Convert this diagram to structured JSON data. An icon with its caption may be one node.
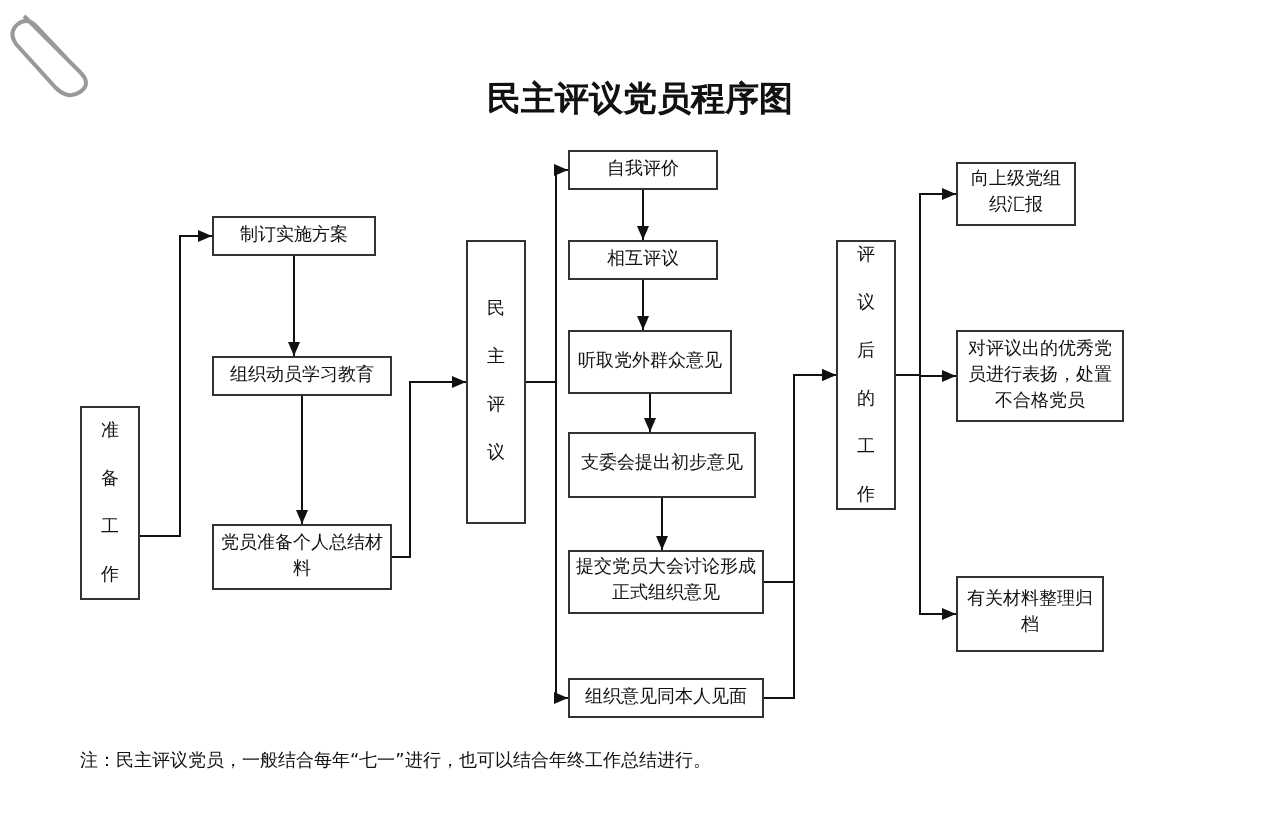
{
  "diagram": {
    "title": "民主评议党员程序图",
    "nodes": [
      {
        "text": [
          "准备工作"
        ]
      },
      {
        "text": [
          "制订实施方案"
        ]
      },
      {
        "text": [
          "组织动员学习教育"
        ]
      },
      {
        "text": [
          "党员准备个人总结材料"
        ]
      },
      {
        "text": [
          "民主评议"
        ]
      },
      {
        "text": [
          "自我评价"
        ]
      },
      {
        "text": [
          "相互评议"
        ]
      },
      {
        "text": [
          "听取党外群众意见"
        ]
      },
      {
        "text": [
          "支委会提出初步意见"
        ]
      },
      {
        "text": [
          "提交党员大会讨论形成正式组织意见"
        ]
      },
      {
        "text": [
          "组织意见同本人见面"
        ]
      },
      {
        "text": [
          "评议后的工作"
        ]
      },
      {
        "text": [
          "向上级党组织汇报"
        ]
      },
      {
        "text": [
          "对评议出的优秀党员进行表扬，处置不合格党员"
        ]
      },
      {
        "text": [
          "有关材料整理归档"
        ]
      }
    ],
    "edges": [
      {
        "from": 0,
        "to": 1,
        "arrow": "to"
      },
      {
        "from": 1,
        "to": 2,
        "arrow": "to"
      },
      {
        "from": 2,
        "to": 3,
        "arrow": "to"
      },
      {
        "from": 3,
        "to": 4,
        "arrow": "to"
      },
      {
        "from": 4,
        "to": 5,
        "arrow": "to"
      },
      {
        "from": 4,
        "to": 10,
        "arrow": "to"
      },
      {
        "from": 5,
        "to": 6,
        "arrow": "to"
      },
      {
        "from": 6,
        "to": 7,
        "arrow": "to"
      },
      {
        "from": 7,
        "to": 8,
        "arrow": "to"
      },
      {
        "from": 8,
        "to": 9,
        "arrow": "to"
      },
      {
        "from": 9,
        "to": 11,
        "arrow": "to"
      },
      {
        "from": 10,
        "to": 11,
        "arrow": "to"
      },
      {
        "from": 11,
        "to": 12,
        "arrow": "to"
      },
      {
        "from": 11,
        "to": 13,
        "arrow": "to"
      },
      {
        "from": 11,
        "to": 14,
        "arrow": "to"
      }
    ],
    "labels": [
      "注：民主评议党员，一般结合每年“七一”进行，也可以结合年终工作总结进行。"
    ]
  }
}
